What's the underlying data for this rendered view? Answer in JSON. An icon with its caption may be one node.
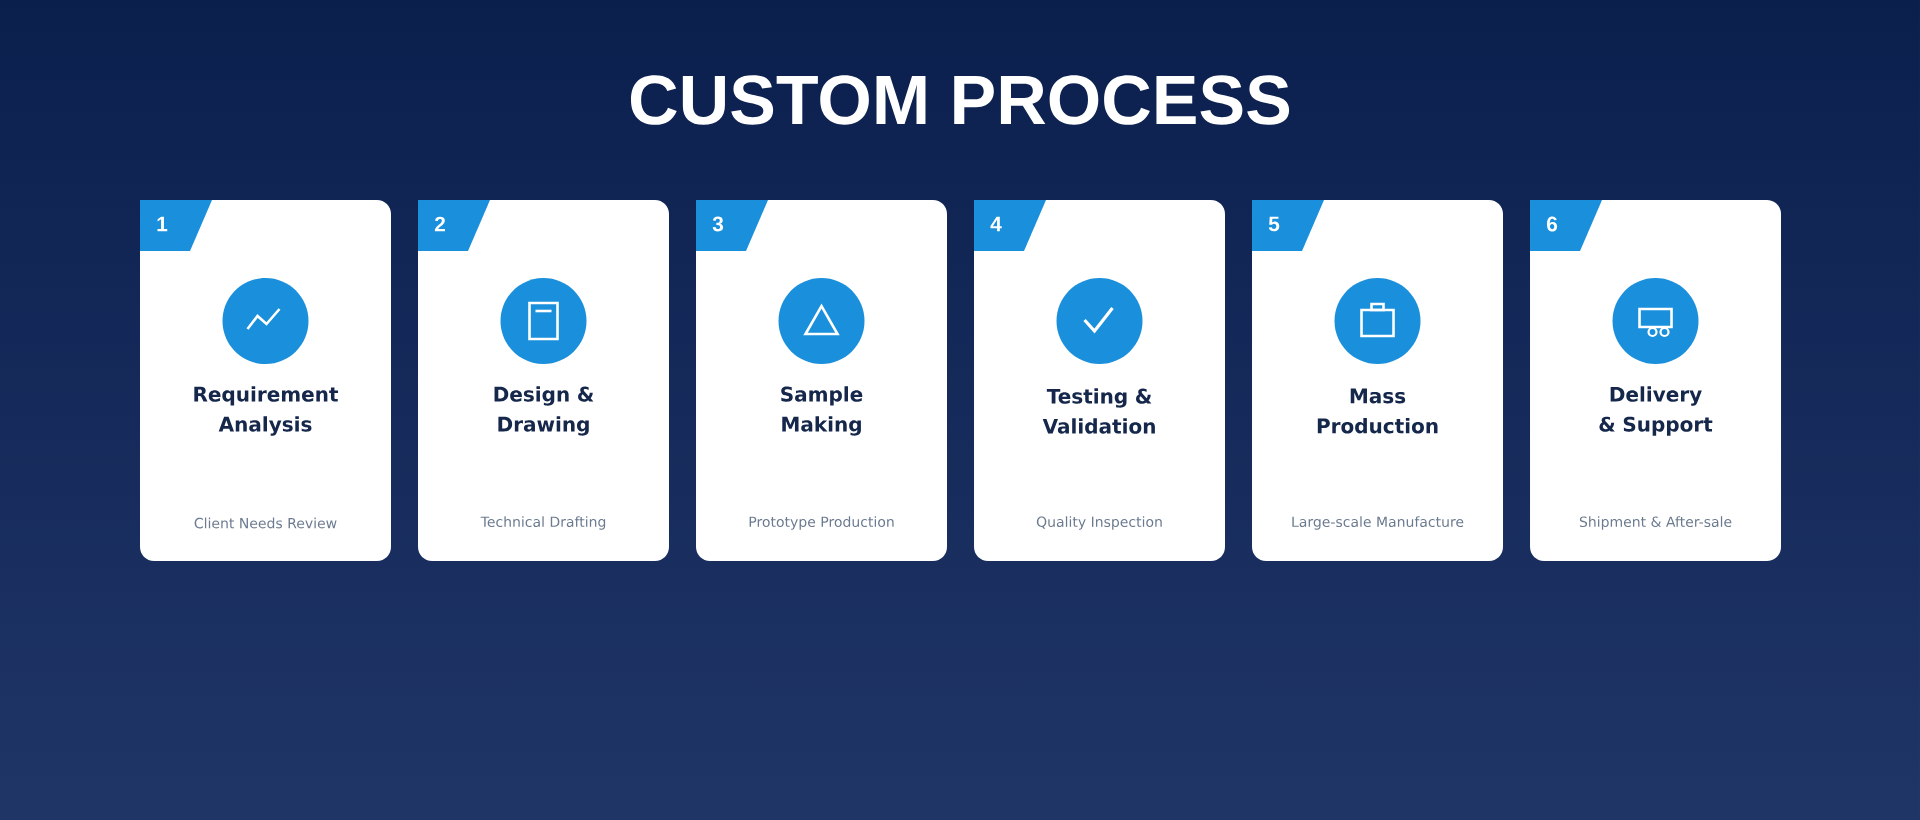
{
  "diagram": {
    "title": "CUSTOM PROCESS",
    "nodes": [
      {
        "text": [
          "1",
          "Requirement Analysis",
          "Client Needs Review"
        ]
      },
      {
        "text": [
          "2",
          "Design & Drawing",
          "Technical Drafting"
        ]
      },
      {
        "text": [
          "3",
          "Sample Making",
          "Prototype Production"
        ]
      },
      {
        "text": [
          "4",
          "Testing & Validation",
          "Quality Inspection"
        ]
      },
      {
        "text": [
          "5",
          "Mass Production",
          "Large-scale Manufacture"
        ]
      },
      {
        "text": [
          "6",
          "Delivery & Support",
          "Shipment & After-sale"
        ]
      }
    ]
  }
}
